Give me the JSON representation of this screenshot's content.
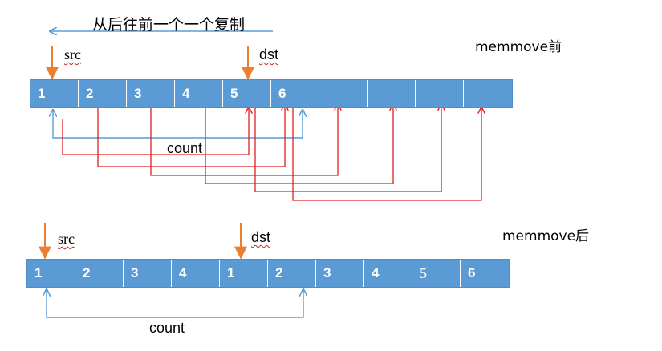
{
  "caption": "从后往前一个一个复制",
  "colors": {
    "cell": "#5b9bd5",
    "pointer": "#ed7d31",
    "copy_arrow": "#e02020",
    "span_arrow": "#5b9bd5",
    "caption_arrow": "#5b9bd5"
  },
  "before": {
    "title": "memmove前",
    "src_label": "src",
    "dst_label": "dst",
    "count_label": "count",
    "cells": [
      "1",
      "2",
      "3",
      "4",
      "5",
      "6",
      "",
      "",
      "",
      ""
    ]
  },
  "after": {
    "title": "memmove后",
    "src_label": "src",
    "dst_label": "dst",
    "count_label": "count",
    "cells": [
      "1",
      "2",
      "3",
      "4",
      "1",
      "2",
      "3",
      "4",
      "5",
      "6"
    ]
  }
}
